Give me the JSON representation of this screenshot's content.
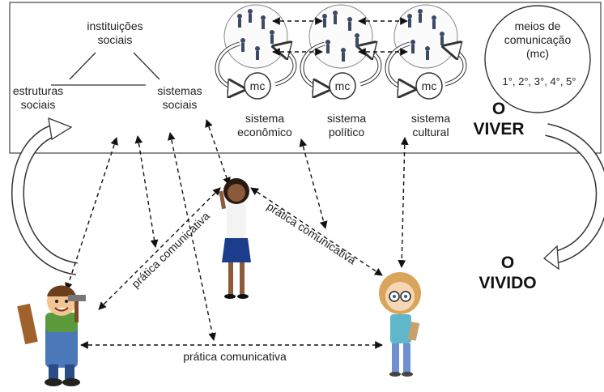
{
  "triangle": {
    "top": [
      "instituições",
      "sociais"
    ],
    "left": [
      "estruturas",
      "sociais"
    ],
    "right": [
      "sistemas",
      "sociais"
    ]
  },
  "systems": [
    {
      "badge": "mc",
      "label": [
        "sistema",
        "econômico"
      ]
    },
    {
      "badge": "mc",
      "label": [
        "sistema",
        "político"
      ]
    },
    {
      "badge": "mc",
      "label": [
        "sistema",
        "cultural"
      ]
    }
  ],
  "media": {
    "lines": [
      "meios de",
      "comunicação",
      "(mc)"
    ],
    "ordinals": "1°, 2°, 3°, 4°, 5°"
  },
  "viver": [
    "O",
    "VIVER"
  ],
  "vivido": [
    "O",
    "VIVIDO"
  ],
  "practices": {
    "left": "prática comunicativa",
    "right": "prática comunicativa",
    "bottom": "prática comunicativa"
  },
  "people": {
    "worker": "worker-figure",
    "woman": "businesswoman-figure",
    "girl": "girl-figure"
  }
}
